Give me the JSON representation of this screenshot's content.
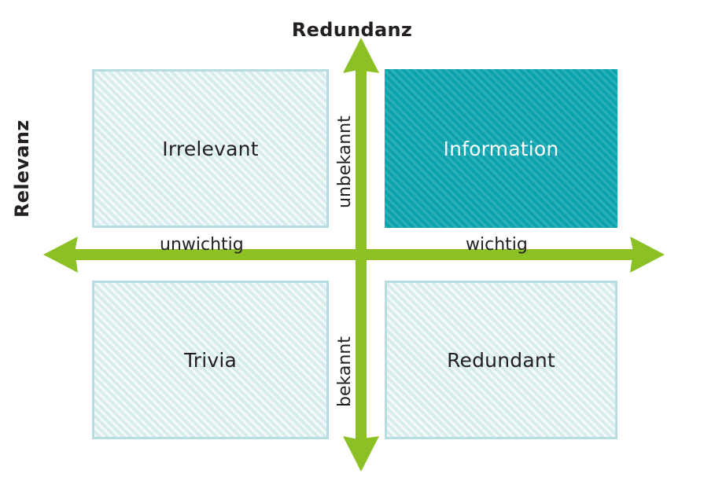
{
  "diagram": {
    "type": "two-by-two-matrix",
    "axes": {
      "vertical": {
        "title": "Redundanz",
        "high_label": "unbekannt",
        "low_label": "bekannt",
        "color": "#8cc126"
      },
      "horizontal": {
        "title": "Relevanz",
        "low_label": "unwichtig",
        "high_label": "wichtig",
        "color": "#8cc126"
      }
    },
    "quadrants": [
      {
        "id": "irrelevant",
        "label": "Irrelevant",
        "position": "top-left",
        "relevanz": "unwichtig",
        "redundanz": "unbekannt",
        "style": "pale",
        "fill": "#d6eced",
        "border": "#b6dde1",
        "text_color": "#231f20"
      },
      {
        "id": "information",
        "label": "Information",
        "position": "top-right",
        "relevanz": "wichtig",
        "redundanz": "unbekannt",
        "style": "accent",
        "fill": "#0aa3ad",
        "border": "#0aa3ad",
        "text_color": "#ffffff"
      },
      {
        "id": "trivia",
        "label": "Trivia",
        "position": "bottom-left",
        "relevanz": "unwichtig",
        "redundanz": "bekannt",
        "style": "pale",
        "fill": "#d6eced",
        "border": "#b6dde1",
        "text_color": "#231f20"
      },
      {
        "id": "redundant",
        "label": "Redundant",
        "position": "bottom-right",
        "relevanz": "wichtig",
        "redundanz": "bekannt",
        "style": "pale",
        "fill": "#d6eced",
        "border": "#b6dde1",
        "text_color": "#231f20"
      }
    ]
  }
}
